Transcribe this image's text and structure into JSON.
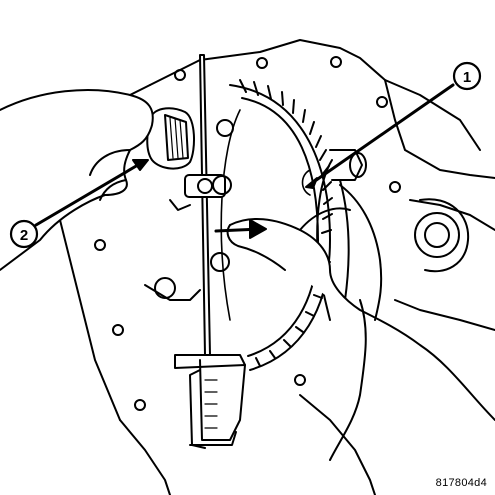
{
  "callouts": [
    {
      "id": "callout-1",
      "label": "1"
    },
    {
      "id": "callout-2",
      "label": "2"
    }
  ],
  "figure_code": "817804d4"
}
